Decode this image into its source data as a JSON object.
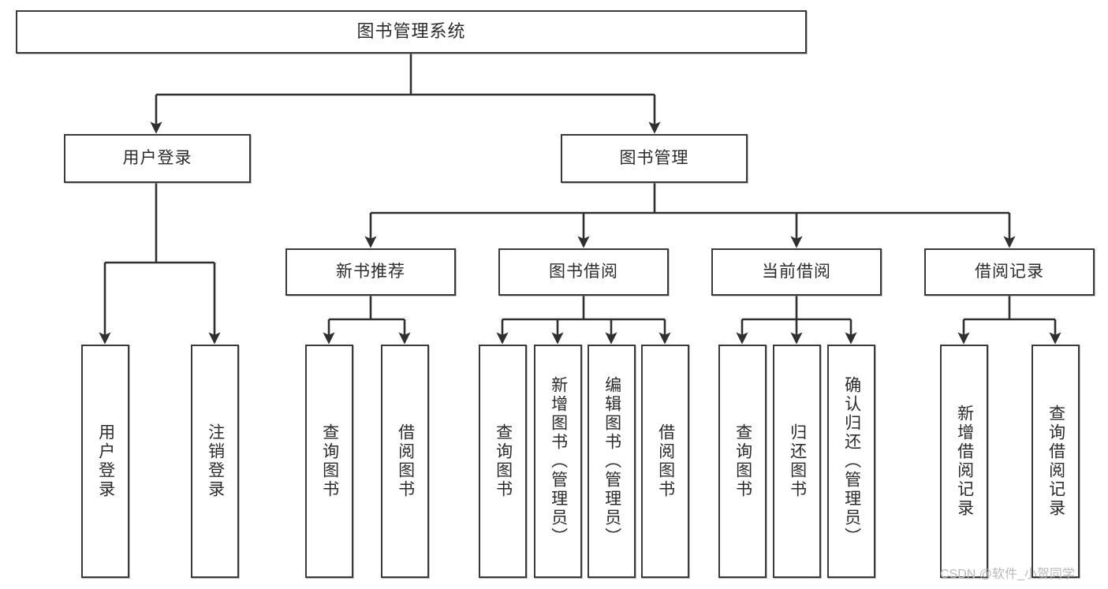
{
  "diagram": {
    "title": "图书管理系统",
    "type": "tree",
    "orientation": "top-down",
    "stroke_color": "#3a3a3a",
    "fill_color": "#ffffff",
    "text_color": "#2b2b2b",
    "background": "#ffffff"
  },
  "nodes": {
    "root": {
      "label": "图书管理系统",
      "level": 1
    },
    "level2": [
      {
        "id": "user_login",
        "label": "用户登录",
        "level": 2
      },
      {
        "id": "book_manage",
        "label": "图书管理",
        "level": 2
      }
    ],
    "level3": [
      {
        "id": "new_book_rec",
        "label": "新书推荐",
        "level": 3,
        "parent": "book_manage"
      },
      {
        "id": "book_borrow",
        "label": "图书借阅",
        "level": 3,
        "parent": "book_manage"
      },
      {
        "id": "current_borrow",
        "label": "当前借阅",
        "level": 3,
        "parent": "book_manage"
      },
      {
        "id": "borrow_record",
        "label": "借阅记录",
        "level": 3,
        "parent": "book_manage"
      }
    ],
    "leaves": [
      {
        "id": "leaf_user_login",
        "label": "用户登录",
        "parent": "user_login"
      },
      {
        "id": "leaf_user_logout",
        "label": "注销登录",
        "parent": "user_login"
      },
      {
        "id": "leaf_query_book_1",
        "label": "查询图书",
        "parent": "new_book_rec"
      },
      {
        "id": "leaf_borrow_book_1",
        "label": "借阅图书",
        "parent": "new_book_rec"
      },
      {
        "id": "leaf_query_book_2",
        "label": "查询图书",
        "parent": "book_borrow"
      },
      {
        "id": "leaf_add_book",
        "label": "新增图书（管理员）",
        "parent": "book_borrow"
      },
      {
        "id": "leaf_edit_book",
        "label": "编辑图书（管理员）",
        "parent": "book_borrow"
      },
      {
        "id": "leaf_borrow_book_2",
        "label": "借阅图书",
        "parent": "book_borrow"
      },
      {
        "id": "leaf_query_book_3",
        "label": "查询图书",
        "parent": "current_borrow"
      },
      {
        "id": "leaf_return_book",
        "label": "归还图书",
        "parent": "current_borrow"
      },
      {
        "id": "leaf_confirm_return",
        "label": "确认归还（管理员）",
        "parent": "current_borrow"
      },
      {
        "id": "leaf_add_record",
        "label": "新增借阅记录",
        "parent": "borrow_record"
      },
      {
        "id": "leaf_query_record",
        "label": "查询借阅记录",
        "parent": "borrow_record"
      }
    ]
  },
  "watermark": {
    "text": "CSDN @软件_小贺同学"
  }
}
